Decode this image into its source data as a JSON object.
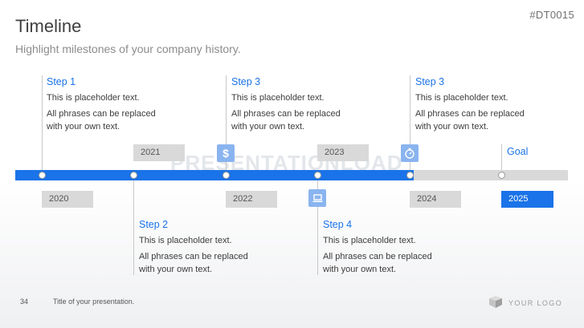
{
  "header": {
    "title": "Timeline",
    "subtitle": "Highlight milestones of your company history.",
    "code": "#DT0015"
  },
  "watermark": "PRESENTATIONLOAD",
  "timeline": {
    "colors": {
      "active": "#1a73e8",
      "inactive": "#d9d9d9",
      "icon": "#8ab4ef"
    },
    "years": {
      "y2020": "2020",
      "y2021": "2021",
      "y2022": "2022",
      "y2023": "2023",
      "y2024": "2024",
      "y2025": "2025"
    },
    "steps": {
      "s1": {
        "title": "Step 1",
        "line1": "This is placeholder text.",
        "line2": "All phrases can be replaced",
        "line3": "with your own text."
      },
      "s2": {
        "title": "Step 2",
        "line1": "This is placeholder text.",
        "line2": "All phrases can be replaced",
        "line3": "with your own text."
      },
      "s3a": {
        "title": "Step 3",
        "line1": "This is placeholder text.",
        "line2": "All phrases can be replaced",
        "line3": "with your own text."
      },
      "s4": {
        "title": "Step 4",
        "line1": "This is placeholder text.",
        "line2": "All phrases can be replaced",
        "line3": "with your own text."
      },
      "s3b": {
        "title": "Step 3",
        "line1": "This is placeholder text.",
        "line2": "All phrases can be replaced",
        "line3": "with your own text."
      }
    },
    "goal": "Goal",
    "icons": {
      "i1": "dollar-icon",
      "i2": "laptop-icon",
      "i3": "stopwatch-icon"
    }
  },
  "footer": {
    "page_number": "34",
    "presentation_title": "Title of your presentation.",
    "logo": "YOUR LOGO"
  }
}
